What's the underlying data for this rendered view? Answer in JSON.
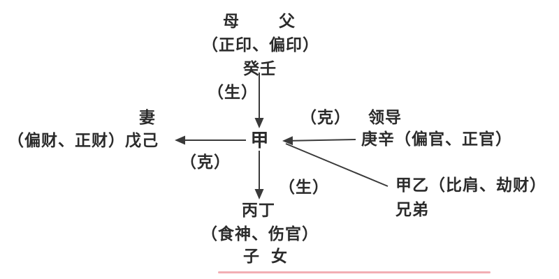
{
  "colors": {
    "bg": "#ffffff",
    "text": "#2b2b2b",
    "line": "#3a3a3a",
    "accent": "#f2aeb4"
  },
  "diagram": {
    "center_stem": "甲",
    "top": {
      "relation_left": "母",
      "relation_right": "父",
      "gods": "（正印、偏印）",
      "stems": "癸壬",
      "arrow_label": "（生）"
    },
    "left": {
      "relation": "妻",
      "text": "（偏财、正财）戊己",
      "arrow_label": "（克）"
    },
    "right": {
      "arrow_label": "（克）",
      "relation": "领导",
      "text": "庚辛（偏官、正官）"
    },
    "bottom": {
      "arrow_label": "（生）",
      "stems": "丙丁",
      "gods": "（食神、伤官）",
      "relation_left": "子",
      "relation_right": "女"
    },
    "bottom_right": {
      "text": "甲乙（比肩、劫财）",
      "relation": "兄弟"
    }
  }
}
